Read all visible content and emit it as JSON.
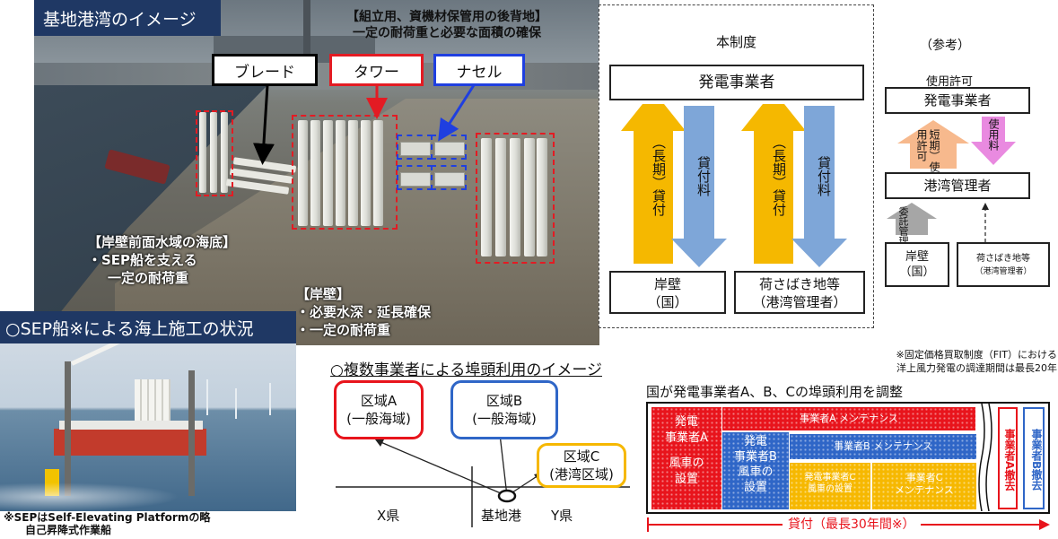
{
  "photo": {
    "title": "基地港湾のイメージ",
    "backland_note": [
      "【組立用、資機材保管用の後背地】",
      "一定の耐荷重と必要な面積の確保"
    ],
    "labels": {
      "blade": "ブレード",
      "tower": "タワー",
      "nacelle": "ナセル"
    },
    "seabed_note": [
      "【岸壁前面水域の海底】",
      "・SEP船を支える",
      "一定の耐荷重"
    ],
    "quay_note": [
      "【岸壁】",
      "・必要水深・延長確保",
      "・一定の耐荷重"
    ],
    "colors": {
      "blade": "#000000",
      "tower": "#e31b23",
      "nacelle": "#1f3fe0"
    }
  },
  "system": {
    "title": "本制度",
    "operator": "発電事業者",
    "left_up_arrow": "（長期）貸付",
    "left_down_arrow": "貸付料",
    "right_up_arrow": "（長期）貸付",
    "right_down_arrow": "貸付料",
    "quay_box": [
      "岸壁",
      "（国）"
    ],
    "cargo_box": [
      "荷さばき地等",
      "（港湾管理者）"
    ],
    "colors": {
      "up_arrow": "#f5b800",
      "down_arrow": "#7ea6d8"
    }
  },
  "reference": {
    "title": "（参考）",
    "permit": "使用許可",
    "operator": "発電事業者",
    "short_term": "短期）使用許可",
    "fee": "使用料",
    "port_admin": "港湾管理者",
    "delegation": "委託管理",
    "quay_box": [
      "岸壁",
      "（国）"
    ],
    "cargo_box": [
      "荷さばき地等",
      "（港湾管理者）"
    ]
  },
  "sep": {
    "header": "○SEP船※による海上施工の状況",
    "note": [
      "※SEPはSelf-Elevating Platformの略",
      "自己昇降式作業船"
    ]
  },
  "wharf": {
    "title": "○複数事業者による埠頭利用のイメージ",
    "fit_note": [
      "※固定価格買取制度（FIT）における",
      "洋上風力発電の調達期間は最長20年"
    ],
    "coord_title": "国が発電事業者A、B、Cの埠頭利用を調整",
    "region_a": [
      "区域A",
      "(一般海域)"
    ],
    "region_b": [
      "区域B",
      "(一般海域)"
    ],
    "region_c": [
      "区域C",
      "(港湾区域)"
    ],
    "pref_x": "X県",
    "base_port": "基地港",
    "pref_y": "Y県",
    "install_a": [
      "発電",
      "事業者A",
      "風車の",
      "設置"
    ],
    "install_b": [
      "発電",
      "事業者B",
      "風車の",
      "設置"
    ],
    "install_c": [
      "発電事業者C",
      "風車の設置"
    ],
    "maint_a": "事業者A メンテナンス",
    "maint_b": "事業者B メンテナンス",
    "maint_c": [
      "事業者C",
      "メンテナンス"
    ],
    "remove_a": "事業者A撤去",
    "remove_b": "事業者B撤去",
    "lease": "貸付（最長30年間※）",
    "colors": {
      "a": "#e8141c",
      "b": "#2f66c7",
      "c": "#f6b800"
    }
  }
}
